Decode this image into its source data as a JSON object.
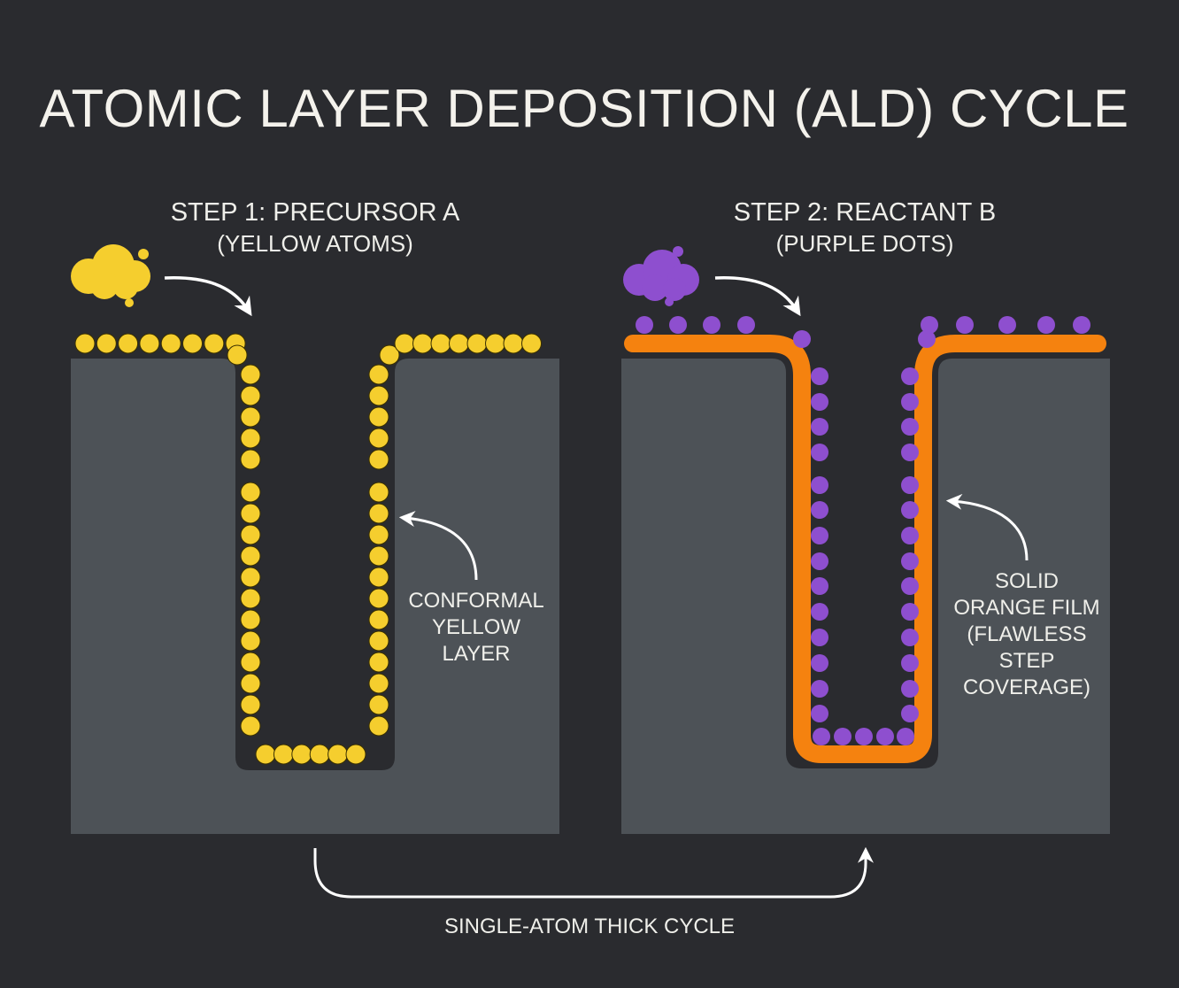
{
  "title": "ATOMIC LAYER DEPOSITION (ALD) CYCLE",
  "colors": {
    "background": "#2a2b2f",
    "substrate": "#4d5257",
    "yellow_atom": "#f5ce2e",
    "purple_dot": "#8e4fcf",
    "orange_film": "#f5820f",
    "text": "#efefea"
  },
  "step1": {
    "heading": "STEP 1: PRECURSOR A",
    "subheading": "(YELLOW ATOMS)",
    "cloud_icon": "yellow-cloud-icon",
    "annotation": [
      "CONFORMAL",
      "YELLOW",
      "LAYER"
    ]
  },
  "step2": {
    "heading": "STEP 2: REACTANT B",
    "subheading": "(PURPLE DOTS)",
    "cloud_icon": "purple-cloud-icon",
    "annotation": [
      "SOLID",
      "ORANGE FILM",
      "(FLAWLESS",
      "STEP",
      "COVERAGE)"
    ]
  },
  "cycle_label": "SINGLE-ATOM THICK CYCLE"
}
